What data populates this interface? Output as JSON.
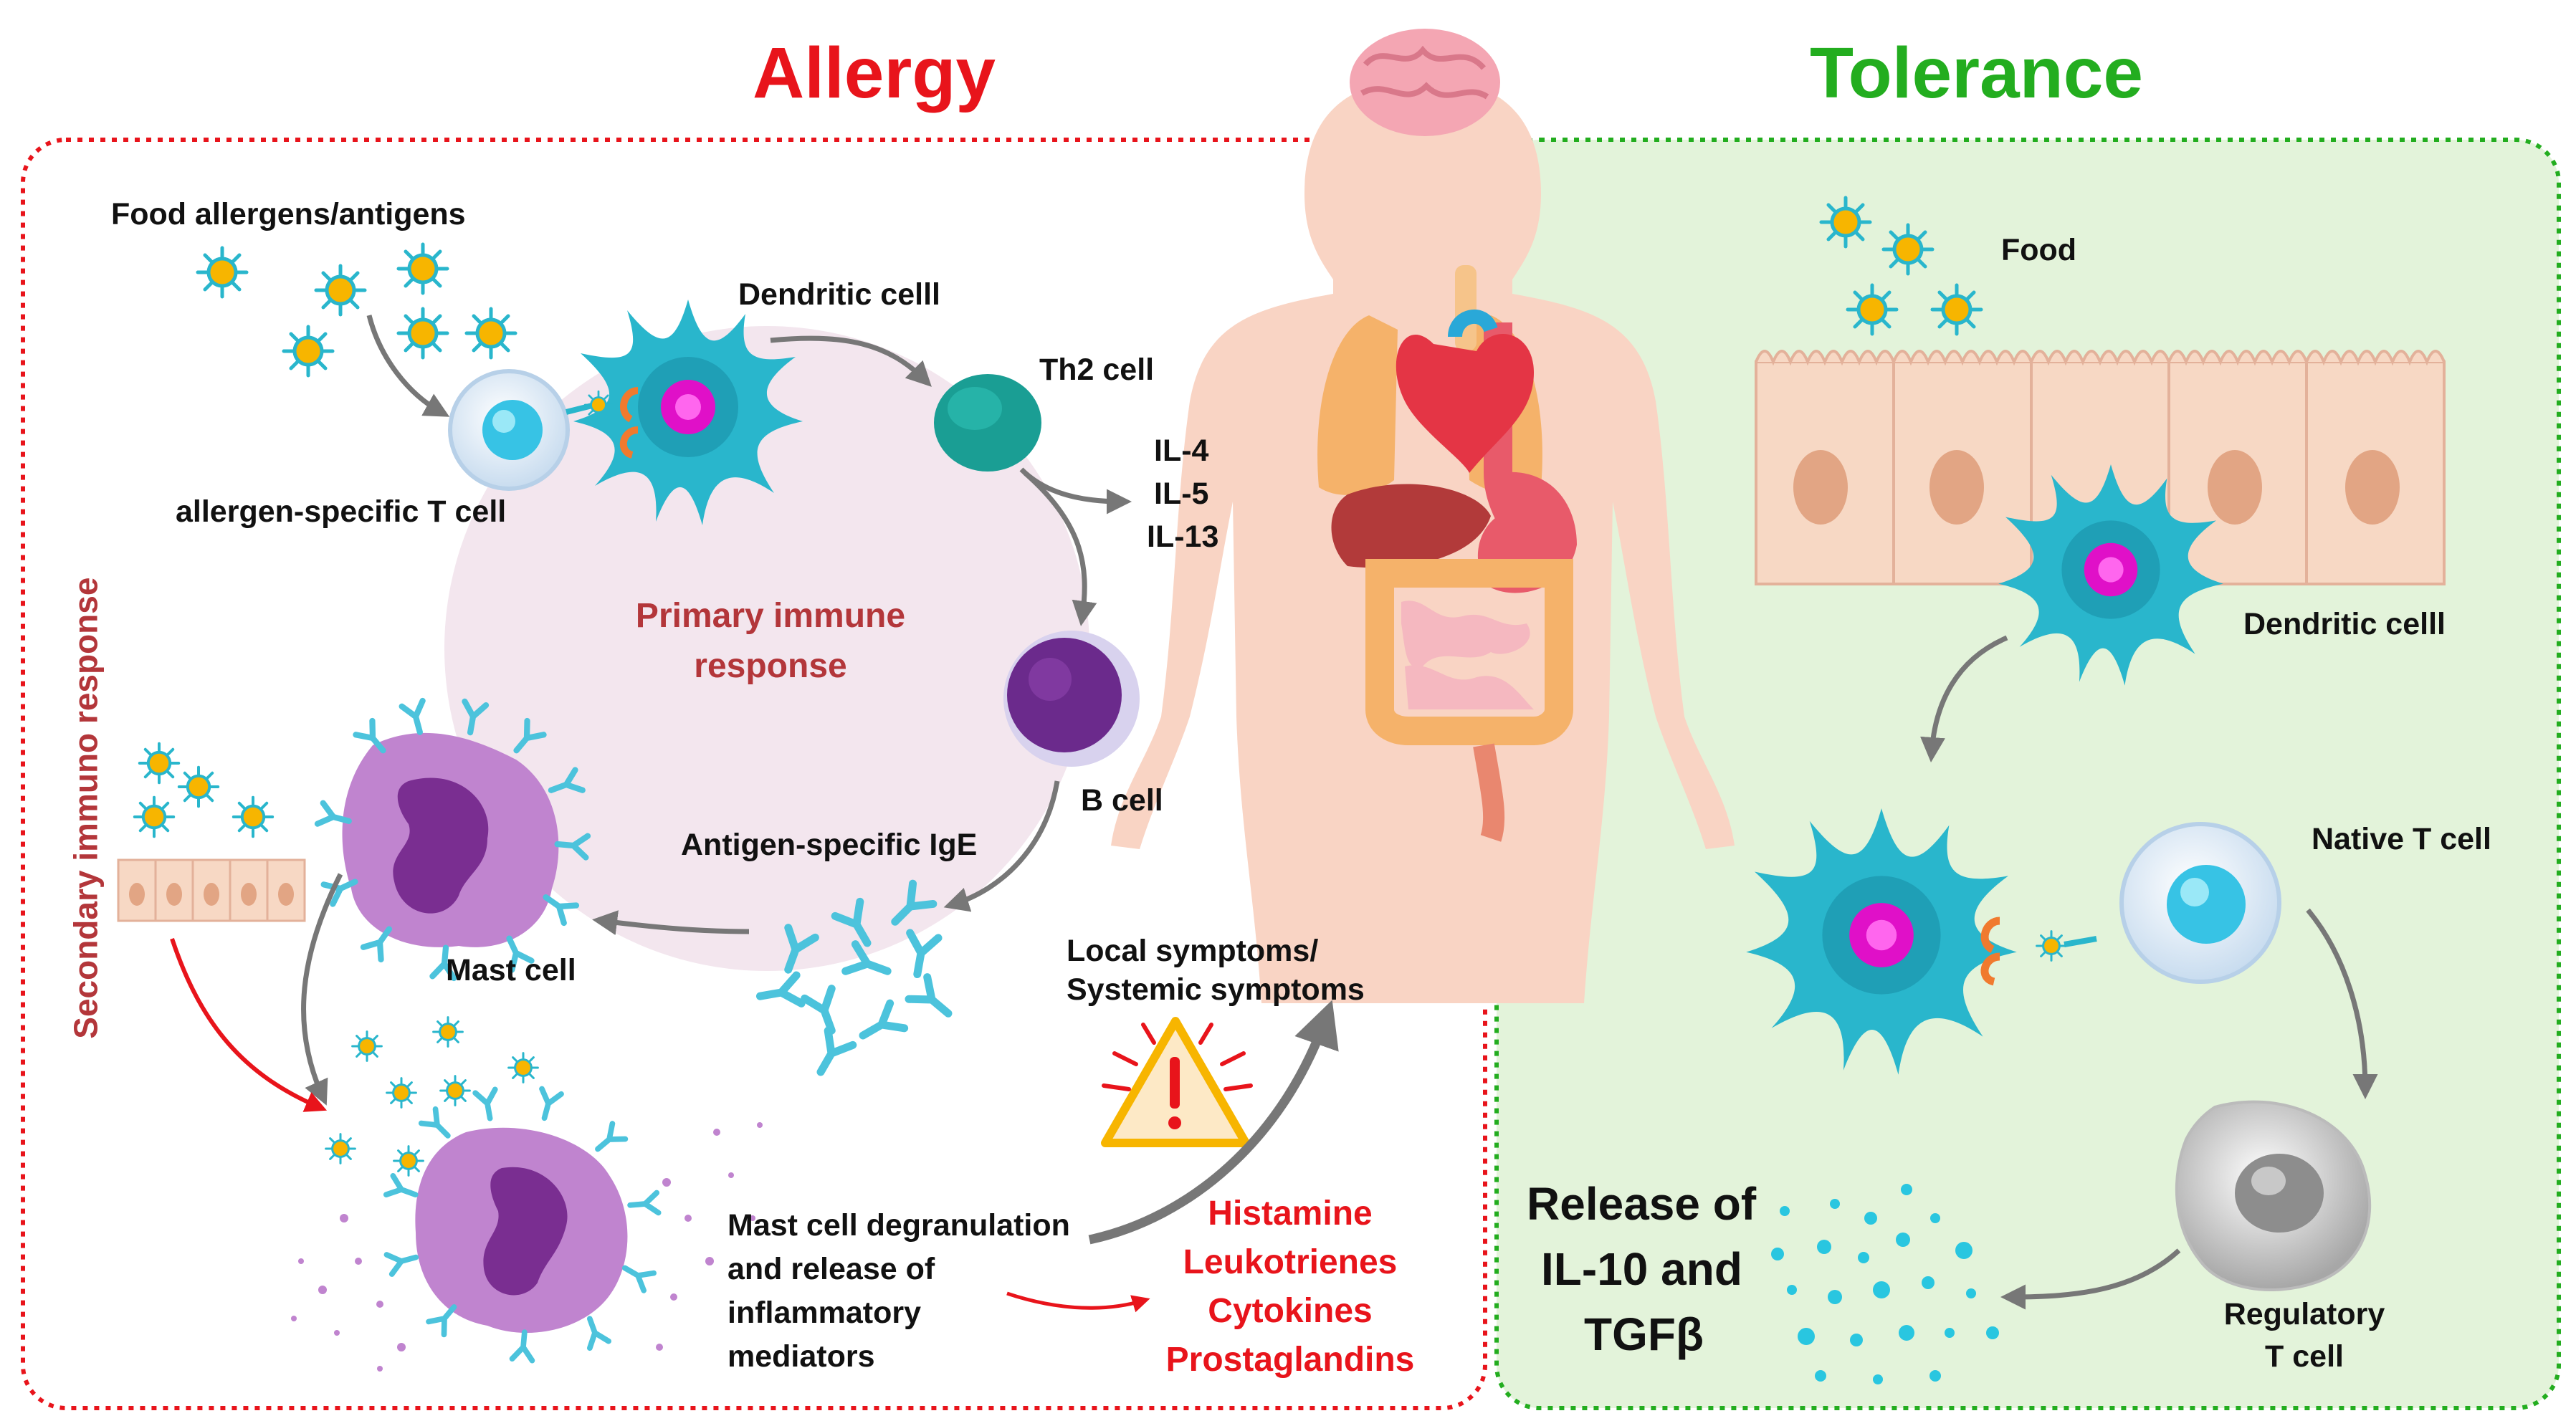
{
  "titles": {
    "allergy": "Allergy",
    "tolerance": "Tolerance"
  },
  "labels": {
    "food_allergens": "Food allergens/antigens",
    "dendritic_left": "Dendritic celll",
    "th2_cell": "Th2 cell",
    "il4": "IL-4",
    "il5": "IL-5",
    "il13": "IL-13",
    "allergen_t_cell": "allergen-specific T cell",
    "primary_line1": "Primary immune",
    "primary_line2": "response",
    "b_cell": "B cell",
    "ige": "Antigen-specific IgE",
    "mast_cell": "Mast cell",
    "secondary": "Secondary immuno response",
    "local_symptoms": "Local symptoms/",
    "systemic_symptoms": "Systemic symptoms",
    "degran_1": "Mast cell degranulation",
    "degran_2": "and release of",
    "degran_3": "inflammatory",
    "degran_4": "mediators",
    "mediators": [
      "Histamine",
      "Leukotrienes",
      "Cytokines",
      "Prostaglandins"
    ],
    "food": "Food",
    "dendritic_right": "Dendritic celll",
    "native_t_cell": "Native T cell",
    "release_1": "Release of",
    "release_2": "IL-10 and",
    "release_3": "TGFβ",
    "regulatory_1": "Regulatory",
    "regulatory_2": "T cell"
  },
  "colors": {
    "allergy_red": "#e8141b",
    "tolerance_green": "#23ad1f",
    "tolerance_bg": "#e3f3da",
    "primary_bg": "#f3e6ee",
    "dendritic": "#29b6cc",
    "nucleus_magenta": "#e010c8",
    "th2": "#1a9e94",
    "b_cell": "#6b2a8c",
    "mast": "#c084cf",
    "allergen_yellow": "#f7b500",
    "skin": "#f9d4c4"
  }
}
